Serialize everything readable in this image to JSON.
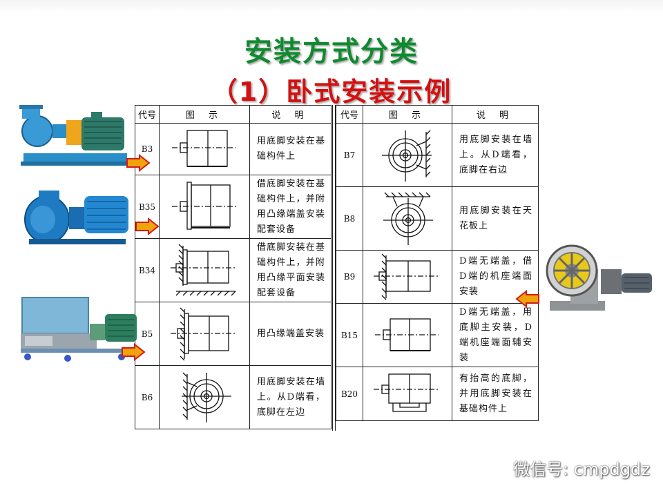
{
  "title": "安装方式分类",
  "subtitle": "（1）卧式安装示例",
  "table": {
    "headers": {
      "code": "代号",
      "figure": "图 示",
      "desc": "说 明"
    },
    "left_rows": [
      {
        "code": "B3",
        "desc": "用底脚安装在基础构件上"
      },
      {
        "code": "B35",
        "desc": "借底脚安装在基础构件上，并附用凸缘端盖安装配套设备"
      },
      {
        "code": "B34",
        "desc": "借底脚安装在基础构件上，并附用凸缘平面安装配套设备"
      },
      {
        "code": "B5",
        "desc": "用凸缘端盖安装"
      },
      {
        "code": "B6",
        "desc": "用底脚安装在墙上。从D端看，底脚在左边"
      }
    ],
    "right_rows": [
      {
        "code": "B7",
        "desc": "用底脚安装在墙上。从D端看，底脚在右边"
      },
      {
        "code": "B8",
        "desc": "用底脚安装在天花板上"
      },
      {
        "code": "B9",
        "desc": "D端无端盖，借D端的机座端面安装"
      },
      {
        "code": "B15",
        "desc": "D端无端盖，用底脚主安装，D端机座端面辅安装"
      },
      {
        "code": "B20",
        "desc": "有抬高的底脚，并用底脚安装在基础构件上"
      }
    ]
  },
  "watermark": "微信号: cmpdgdz",
  "colors": {
    "title": "#0f8a2f",
    "subtitle": "#d41010",
    "arrow_fill": "#f0a30a",
    "arrow_stroke": "#d11a1a"
  },
  "icons": [
    "pump-photo",
    "motor-photo",
    "compressor-photo",
    "traction-machine-photo",
    "arrow-right-icon",
    "arrow-left-icon",
    "wechat-icon"
  ]
}
